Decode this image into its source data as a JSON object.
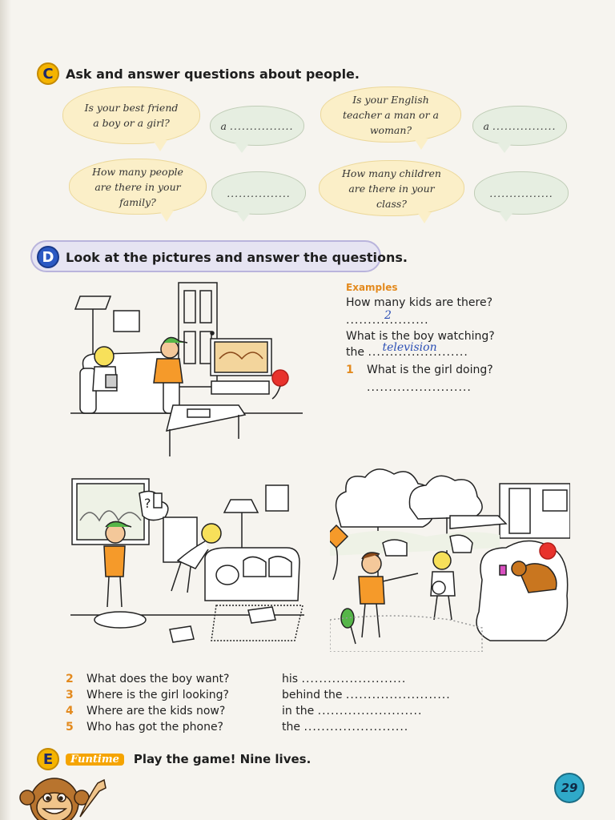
{
  "sectionC": {
    "letter": "C",
    "title": "Ask and answer questions about people.",
    "bubbles": [
      {
        "q": "Is your best friend a boy or a girl?",
        "a_prefix": "a",
        "a_dots": "................"
      },
      {
        "q": "Is your English teacher a man or a woman?",
        "a_prefix": "a",
        "a_dots": "................"
      },
      {
        "q": "How many people are there in your family?",
        "a_prefix": "",
        "a_dots": "................"
      },
      {
        "q": "How many children are there in your class?",
        "a_prefix": "",
        "a_dots": "................"
      }
    ]
  },
  "sectionD": {
    "letter": "D",
    "title": "Look at the pictures and answer the questions.",
    "examples_label": "Examples",
    "examples": [
      {
        "question": "How many kids are there?",
        "prefix": "",
        "answer": "2",
        "dots": "..................."
      },
      {
        "question": "What is the boy watching?",
        "prefix": "the",
        "answer": "television",
        "dots": "......................."
      }
    ],
    "questions": [
      {
        "num": "1",
        "question": "What is the girl doing?",
        "prefix": "",
        "dots": "........................"
      },
      {
        "num": "2",
        "question": "What does the boy want?",
        "prefix": "his",
        "dots": "........................"
      },
      {
        "num": "3",
        "question": "Where is the girl looking?",
        "prefix": "behind the",
        "dots": "........................"
      },
      {
        "num": "4",
        "question": "Where are the kids now?",
        "prefix": "in the",
        "dots": "........................"
      },
      {
        "num": "5",
        "question": "Who has got the phone?",
        "prefix": "the",
        "dots": "........................"
      }
    ]
  },
  "sectionE": {
    "letter": "E",
    "badge": "Funtime",
    "title": "Play the game! Nine lives."
  },
  "page_number": "29",
  "colors": {
    "accent_orange": "#e38a1e",
    "section_yellow": "#f5b400",
    "section_blue": "#2b59c3",
    "handwriting": "#2c4fb5"
  }
}
